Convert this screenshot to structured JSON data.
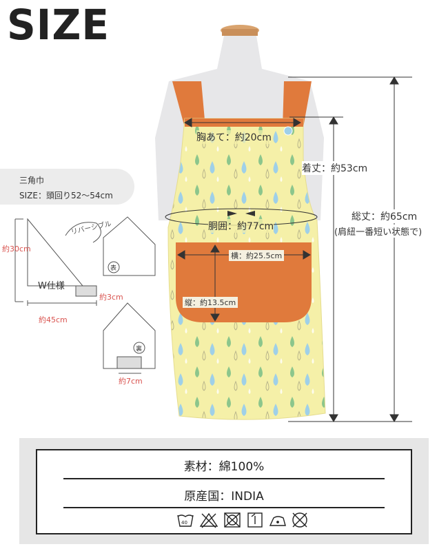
{
  "header": {
    "title": "SIZE"
  },
  "apron": {
    "chest_width": "胸あて：約20cm",
    "length": "着丈：約53cm",
    "total_length": "総丈：約65cm",
    "total_length_note": "(肩紐一番短い状態で)",
    "waist": "胴囲：約77cm",
    "pocket_width": "横：約25.5cm",
    "pocket_height": "縦：約13.5cm"
  },
  "kerchief": {
    "title": "三角巾",
    "size": "SIZE：頭回り52～54cm",
    "reversible": "リバーシブル",
    "w_style": "W仕様",
    "front_badge": "表",
    "back_badge": "裏",
    "dim_30": "約30cm",
    "dim_3": "約3cm",
    "dim_45": "約45cm",
    "dim_7": "約7cm"
  },
  "info": {
    "material": "素材：綿100%",
    "origin": "原産国：INDIA",
    "care_icons": [
      "wash-40-icon",
      "no-bleach-icon",
      "no-tumble-dry-icon",
      "drip-dry-icon",
      "iron-low-icon",
      "no-dry-clean-icon"
    ],
    "care_wash_temp": "40"
  },
  "colors": {
    "apron_fabric": "#f5f0a8",
    "apron_trim": "#e07a3c",
    "drop_green": "#8cc68c",
    "drop_blue": "#9fd0e8",
    "mannequin": "#e7e7e9",
    "red_text": "#d9534f"
  }
}
